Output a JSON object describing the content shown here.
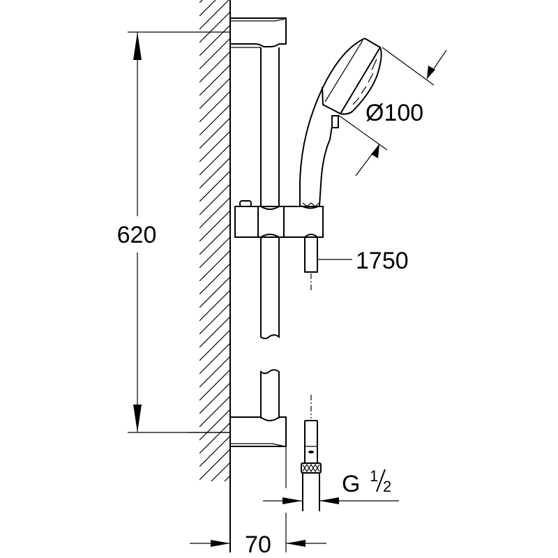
{
  "drawing": {
    "dimensions": {
      "rail_height": "620",
      "head_diameter": "Ø100",
      "hose_length": "1750",
      "thread_main": "G",
      "thread_num": "1",
      "thread_den": "2",
      "wall_distance": "70"
    }
  }
}
